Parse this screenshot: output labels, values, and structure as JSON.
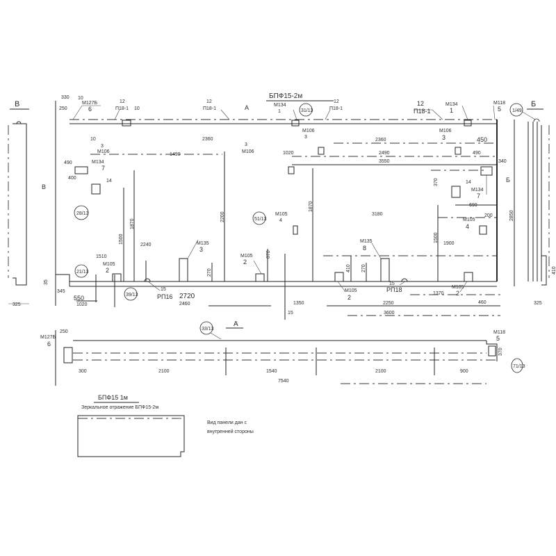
{
  "title": "БПФ15-2м",
  "sections": {
    "v": "В",
    "b": "Б",
    "a_mark_top": "А",
    "b_mark_side": "Б",
    "v_mark_side": "В",
    "a_view": "А",
    "b_view": "Б"
  },
  "marks": {
    "m127b": "М127Б",
    "m127b_n": "6",
    "p18_1a": "12",
    "p18_1a_n": "П18-1",
    "p18_1b": "12",
    "p18_1b_n": "П18-1",
    "p18_1c": "12",
    "p18_1c_n": "П18-1",
    "p18_1d": "12",
    "p18_1d_n": "П18-1",
    "m134a": "М134",
    "m134a_n": "1",
    "m134b": "М134",
    "m134b_n": "1",
    "m118a": "М118",
    "m118a_n": "5",
    "m106a": "М106",
    "m106a_n": "3",
    "m106b": "М106",
    "m106b_n": "3",
    "m106c": "М106",
    "m106c_n": "3",
    "m106d": "М106",
    "m106d_n": "3",
    "m134c": "М134",
    "m134c_n": "7",
    "m134d": "М134",
    "m134d_n": "7",
    "m105a": "М105",
    "m105a_n": "4",
    "m105b": "М105",
    "m105b_n": "4",
    "m105c": "М105",
    "m105c_n": "2",
    "m105d": "М105",
    "m105d_n": "2",
    "m105e": "М105",
    "m105e_n": "2",
    "m105f": "М105",
    "m105f_n": "2",
    "m135a": "М135",
    "m135a_n": "3",
    "m135b": "М135",
    "m135b_n": "8",
    "rp16": "15",
    "rp16_n": "РП16",
    "rp18": "15",
    "rp18_n": "РП18",
    "m118b": "М118",
    "m118b_n": "5",
    "m127b2": "М127Б",
    "m127b2_n": "6",
    "m10a": "10",
    "m10b": "10",
    "m10c": "14",
    "m10d": "10",
    "m10e": "14"
  },
  "callouts": [
    "31/13",
    "1/49",
    "28/13",
    "51/13",
    "21/13",
    "39/13",
    "33/13",
    "71/13"
  ],
  "dims": {
    "d330": "330",
    "d250": "250",
    "d2360a": "2360",
    "d1490": "1490",
    "d1020a": "1020",
    "d2360b": "2360",
    "d450": "450",
    "d2490": "2490",
    "d490a": "490",
    "d3550": "3550",
    "d340": "340",
    "d490b": "490",
    "d400": "400",
    "d1870a": "1870",
    "d2200": "2200",
    "d1500a": "1500",
    "d1870b": "1870",
    "d3180": "3180",
    "d370": "370",
    "d690": "690",
    "d200": "200",
    "d1500b": "1500",
    "d1900": "1900",
    "d2240": "2240",
    "d1510": "1510",
    "d870": "870",
    "d270a": "270",
    "d410": "410",
    "d270b": "270",
    "d2720": "2720",
    "d2460": "2460",
    "d550": "550",
    "d1020b": "1020",
    "d345": "345",
    "d35": "35",
    "d1350": "1350",
    "d2250": "2250",
    "d3600": "3600",
    "d1370": "1370",
    "d460": "460",
    "d2850": "2850",
    "d325a": "325",
    "d325b": "325",
    "d410b": "410",
    "d250b": "250",
    "d300": "300",
    "d2100a": "2100",
    "d1540": "1540",
    "d2100b": "2100",
    "d900": "900",
    "d7540": "7540",
    "d370b": "370",
    "d15": "15"
  },
  "mirror_note": {
    "title": "БПФ15 1м",
    "subtitle": "Зеркальное отражение БПФ15-2м"
  },
  "view_note": {
    "line1": "Вид панели дан с",
    "line2": "внутренней стороны"
  }
}
